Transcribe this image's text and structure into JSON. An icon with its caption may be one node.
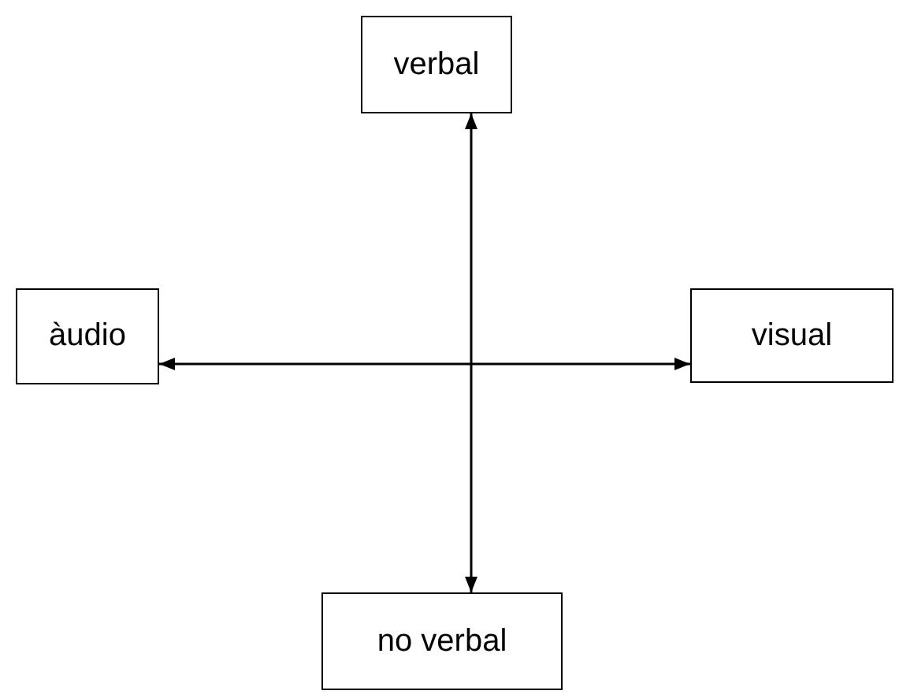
{
  "diagram": {
    "nodes": [
      {
        "text": [
          "verbal"
        ]
      },
      {
        "text": [
          "àudio"
        ]
      },
      {
        "text": [
          "visual"
        ]
      },
      {
        "text": [
          "no verbal"
        ]
      }
    ],
    "edges": [
      {
        "from": 0,
        "to": 3,
        "arrow": "both"
      },
      {
        "from": 1,
        "to": 2,
        "arrow": "both"
      }
    ]
  }
}
